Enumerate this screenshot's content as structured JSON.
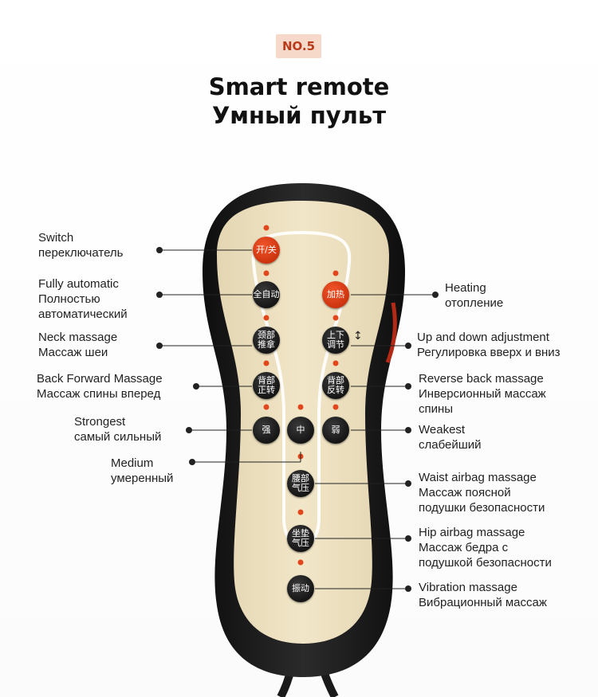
{
  "badge": "NO.5",
  "title_en": "Smart remote",
  "title_ru": "Умный пульт",
  "colors": {
    "accent_red": "#e2461c",
    "panel": "#efe3c4",
    "body": "#1a1a1a"
  },
  "buttons": {
    "power": "开/关",
    "auto": "全自动",
    "heat": "加热",
    "neck": "颈部\n推拿",
    "updown": "上下\n调节",
    "back_fwd": "背部\n正转",
    "back_rev": "背部\n反转",
    "strong": "强",
    "medium": "中",
    "weak": "弱",
    "waist": "腰部\n气压",
    "hip": "坐垫\n气压",
    "vibration": "振动"
  },
  "labels": {
    "switch": {
      "en": "Switch",
      "ru": "переключатель"
    },
    "auto": {
      "en": "Fully automatic",
      "ru1": "Полностью",
      "ru2": "автоматический"
    },
    "neck": {
      "en": "Neck massage",
      "ru": "Массаж шеи"
    },
    "back_fwd": {
      "en": "Back Forward Massage",
      "ru": "Массаж спины вперед"
    },
    "strong": {
      "en": "Strongest",
      "ru": "самый сильный"
    },
    "medium": {
      "en": "Medium",
      "ru": "умеренный"
    },
    "heat": {
      "en": "Heating",
      "ru": "отопление"
    },
    "updown": {
      "en": "Up and down adjustment",
      "ru": "Регулировка вверх и вниз"
    },
    "back_rev": {
      "en": "Reverse back massage",
      "ru1": "Инверсионный массаж",
      "ru2": "спины"
    },
    "weak": {
      "en": "Weakest",
      "ru": "слабейший"
    },
    "waist": {
      "en": "Waist airbag massage",
      "ru1": "Массаж поясной",
      "ru2": "подушки безопасности"
    },
    "hip": {
      "en": "Hip airbag massage",
      "ru1": "Массаж бедра с",
      "ru2": "подушкой безопасности"
    },
    "vibration": {
      "en": "Vibration massage",
      "ru": "Вибрационный массаж"
    }
  },
  "updown_arrows": "↕"
}
